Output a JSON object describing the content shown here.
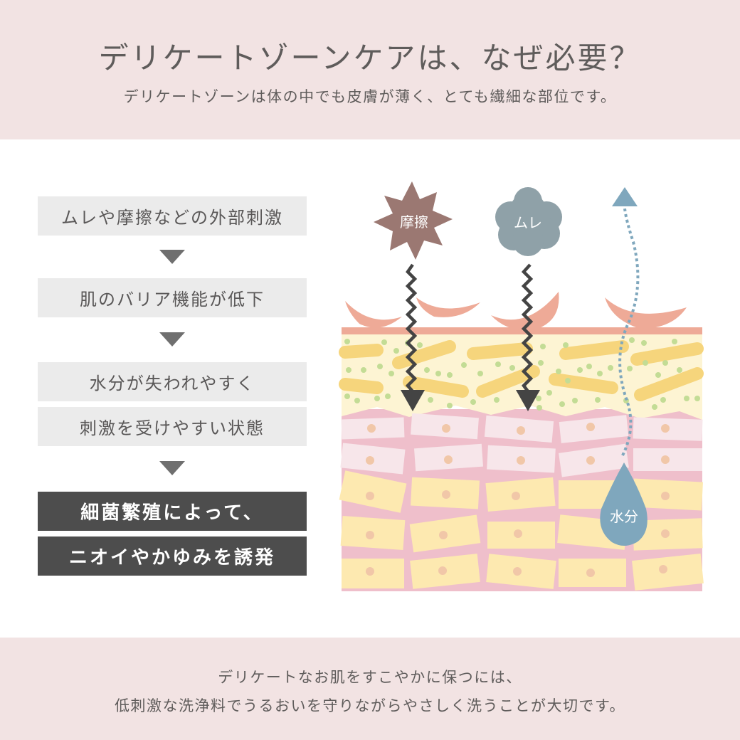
{
  "header": {
    "title": "デリケートゾーンケアは、なぜ必要？",
    "subtitle": "デリケートゾーンは体の中でも皮膚が薄く、とても繊細な部位です。"
  },
  "flow": {
    "steps": [
      {
        "label": "ムレや摩擦などの外部刺激",
        "style": "light"
      },
      {
        "label": "肌のバリア機能が低下",
        "style": "light"
      },
      {
        "label": "水分が失われやすく",
        "style": "light"
      },
      {
        "label": "刺激を受けやすい状態",
        "style": "light"
      },
      {
        "label": "細菌繁殖によって、",
        "style": "dark"
      },
      {
        "label": "ニオイやかゆみを誘発",
        "style": "dark"
      }
    ],
    "arrow_icon": "triangle-down-icon"
  },
  "diagram": {
    "friction_label": "摩擦",
    "humidity_label": "ムレ",
    "moisture_label": "水分",
    "colors": {
      "friction": "#9b7872",
      "humidity": "#8fa1a8",
      "moisture": "#7fa7bd",
      "surface": "#eeaa97",
      "horny_layer": "#fdf4d3",
      "yellow_bar": "#f6d57c",
      "green_dot": "#c3dc95",
      "pink_base": "#efbfcb",
      "pale_cell": "#f7e6ea",
      "yellow_cell": "#fde9b0",
      "nucleus": "#f1c7a8",
      "zigzag": "#444444"
    }
  },
  "footer": {
    "line1": "デリケートなお肌をすこやかに保つには、",
    "line2": "低刺激な洗浄料でうるおいを守りながらやさしく洗うことが大切です。"
  }
}
